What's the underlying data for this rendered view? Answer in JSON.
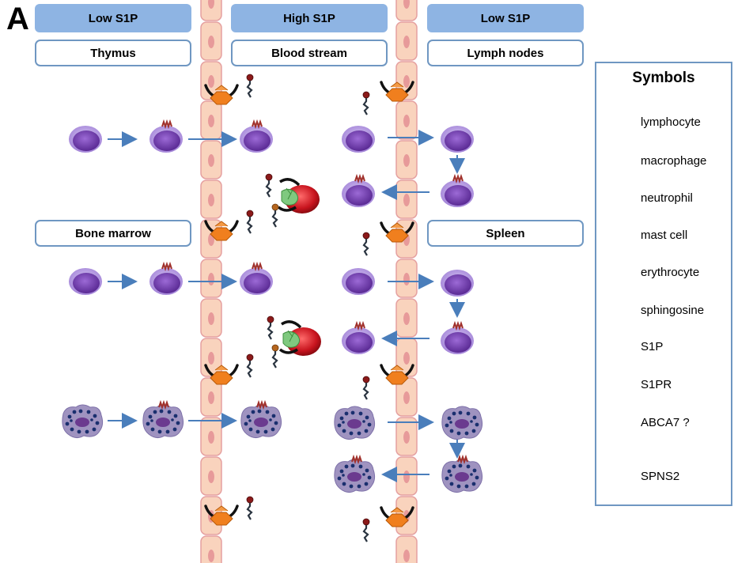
{
  "panel_label": "A",
  "headers": {
    "left": "Low S1P",
    "middle": "High S1P",
    "right": "Low S1P"
  },
  "locations": {
    "thymus": "Thymus",
    "blood_stream": "Blood stream",
    "lymph_nodes": "Lymph nodes",
    "bone_marrow": "Bone marrow",
    "spleen": "Spleen"
  },
  "legend": {
    "title": "Symbols",
    "items": [
      {
        "icon": "lymphocyte-icon",
        "label": "lymphocyte"
      },
      {
        "icon": "macrophage-icon",
        "label": "macrophage"
      },
      {
        "icon": "neutrophil-icon",
        "label": "neutrophil"
      },
      {
        "icon": "mast-cell-icon",
        "label": "mast  cell"
      },
      {
        "icon": "erythrocyte-icon",
        "label": "erythrocyte"
      },
      {
        "icon": "sphingosine-icon",
        "label": "sphingosine"
      },
      {
        "icon": "s1p-icon",
        "label": "S1P"
      },
      {
        "icon": "s1pr-icon",
        "label": "S1PR"
      },
      {
        "icon": "abca7-icon",
        "label": "ABCA7 ?"
      },
      {
        "icon": "spns2-icon",
        "label": "SPNS2"
      }
    ]
  },
  "colors": {
    "header_fill": "#8eb4e3",
    "box_border": "#6f97c2",
    "vessel_fill": "#f9d3bd",
    "vessel_border": "#e5a0a0",
    "vessel_nucleus": "#e79a9a",
    "arrow": "#4a7ebb",
    "lymphocyte": "#7b3fb3",
    "lymphocyte_halo": "#b89ae6",
    "spns2": "#f07f1e",
    "abca7": "#7fc97f",
    "erythrocyte": "#c8141e",
    "s1p_head": "#8b1a1a",
    "sphingosine_head": "#b5651d"
  }
}
